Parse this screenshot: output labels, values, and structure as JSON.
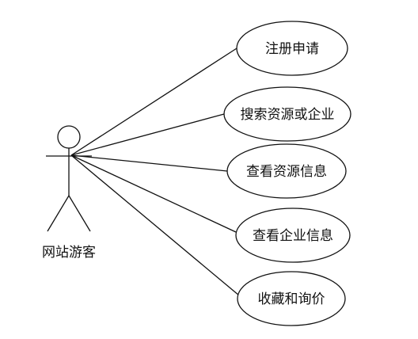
{
  "actor": {
    "name": "网站游客"
  },
  "use_cases": [
    {
      "label": "注册申请"
    },
    {
      "label": "搜索资源或企业"
    },
    {
      "label": "查看资源信息"
    },
    {
      "label": "查看企业信息"
    },
    {
      "label": "收藏和询价"
    }
  ]
}
